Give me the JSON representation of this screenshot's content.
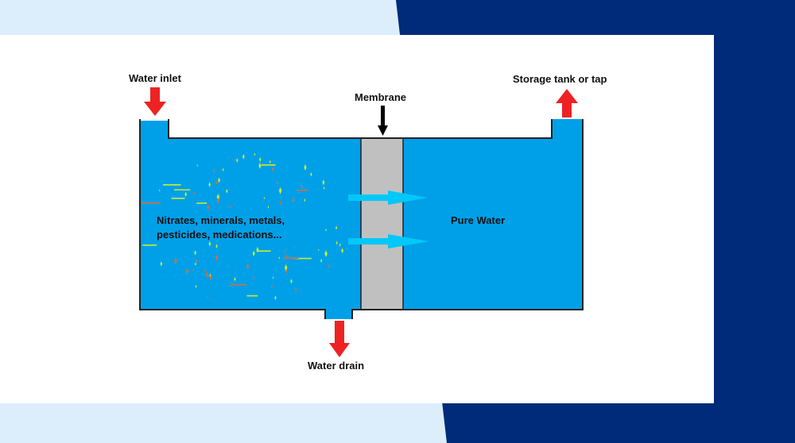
{
  "labels": {
    "water_inlet": "Water inlet",
    "storage": "Storage tank or tap",
    "membrane": "Membrane",
    "contaminants_line1": "Nitrates, minerals, metals,",
    "contaminants_line2": "pesticides, medications...",
    "pure_water": "Pure Water",
    "water_drain": "Water drain"
  },
  "colors": {
    "background_light": "#dcedfc",
    "background_dark": "#002a7a",
    "panel": "#ffffff",
    "water": "#00a0e8",
    "membrane": "#c0c0c0",
    "flow_arrow": "#00c8f8",
    "io_arrow": "#ee2222",
    "particle_yellow": "#c8ec30",
    "particle_brown": "#d07040"
  }
}
